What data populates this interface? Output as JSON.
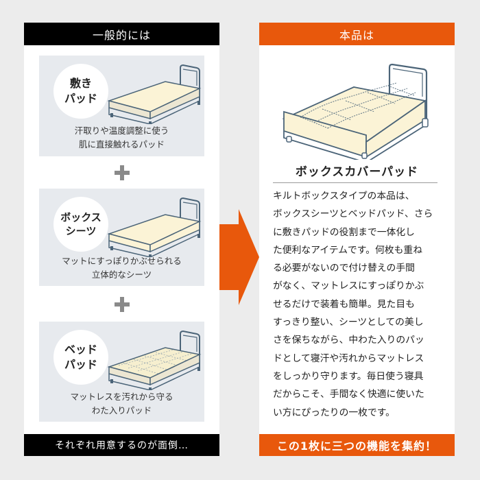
{
  "colors": {
    "background": "#ececec",
    "accent_orange": "#e8580c",
    "black": "#000000",
    "card_gray": "#e7eaee",
    "mattress_cream": "#fbf3d6",
    "bed_frame": "#4b6478"
  },
  "left_panel": {
    "header": "一般的には",
    "items": [
      {
        "bubble": "敷き\nパッド",
        "desc_lines": [
          "汗取りや温度調整に使う",
          "肌に直接触れるパッド"
        ]
      },
      {
        "bubble": "ボックス\nシーツ",
        "desc_lines": [
          "マットにすっぽりかぶせられる",
          "立体的なシーツ"
        ]
      },
      {
        "bubble": "ベッド\nパッド",
        "desc_lines": [
          "マットレスを汚れから守る",
          "わた入りパッド"
        ]
      }
    ],
    "plus_icon": "plus-icon",
    "footer": "それぞれ用意するのが面倒…"
  },
  "arrow_icon": "arrow-right-icon",
  "right_panel": {
    "header": "本品は",
    "product_name": "ボックスカバーパッド",
    "body_lines": [
      "キルトボックスタイプの本品は、",
      "ボックスシーツとベッドパッド、さら",
      "に敷きパッドの役割まで一体化し",
      "た便利なアイテムです。何枚も重ね",
      "る必要がないので付け替えの手間",
      "がなく、マットレスにすっぽりかぶ",
      "せるだけで装着も簡単。見た目も",
      "すっきり整い、シーツとしての美し",
      "さを保ちながら、中わた入りのパッ",
      "ドとして寝汗や汚れからマットレス",
      "をしっかり守ります。毎日使う寝具",
      "だからこそ、手間なく快適に使いた",
      "い方にぴったりの一枚です。"
    ],
    "footer": "この1枚に三つの機能を集約！"
  }
}
